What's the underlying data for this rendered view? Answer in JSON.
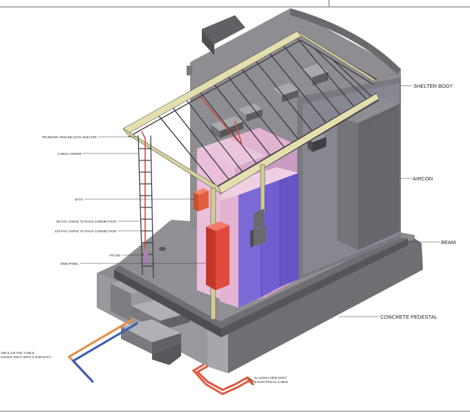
{
  "labels": {
    "shelter_body": "SHELTER BODY",
    "aircon": "AIRCON",
    "beam": "BEAM",
    "concrete_pedestal": "CONCRETE PEDESTAL",
    "trunking": "TRUNKING AROUND DATA SHELTER",
    "cable_ladder": "CABLE LADDER",
    "bats": "BATS",
    "foc_96": "96 FOC GOING TO RACK CONNECTION",
    "foc_144": "144 FOC GOING TO RACK CONNECTION",
    "fm200": "FM 200",
    "mdb_panel": "MDB PANEL",
    "cable_left_1": "X96 & 144 FOC CABLE",
    "cable_left_2": "x110mm DUCT WITH 5 SUB DUCT",
    "duct_right_1": "2x 110mm NEW DUCT",
    "duct_right_2": "& ELECTRICAL CABLE"
  },
  "colors": {
    "shelter": "#8d8c90",
    "shelter_dark": "#5f5e63",
    "shelter_light": "#a5a4a8",
    "rack_pink": "#e3b3d2",
    "rack_blue": "#6f5fd0",
    "tray": "#d9d6a0",
    "mdb": "#e04a3c",
    "cable_orange": "#e0904a",
    "cable_blue": "#3d5fb0"
  }
}
